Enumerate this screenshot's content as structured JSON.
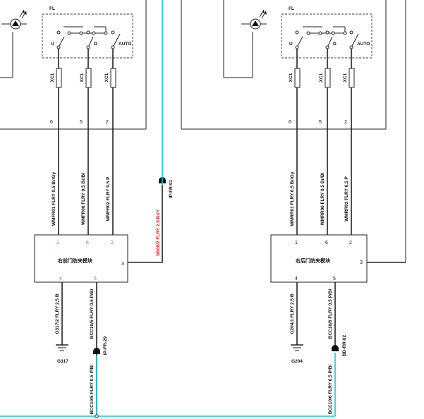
{
  "left": {
    "fl": "FL",
    "switch": {
      "u": "U",
      "d": "D",
      "auto": "AUTO"
    },
    "fuses": [
      "XC1",
      "XC1",
      "XC1"
    ],
    "upper_pins": [
      "6",
      "5",
      "2"
    ],
    "wires": [
      "WMFR01 FLRY 0.5 Br/Gy",
      "WMFR06 FLRY 0.5 Br/Bl",
      "WMFR02 FLRY 0.5 P"
    ],
    "module": {
      "name": "右前门防夹模块",
      "top_pins": [
        "1",
        "6",
        "2"
      ],
      "right_pin": "3",
      "bottom_pins": [
        "4",
        "5"
      ]
    },
    "power_wire": "SB08/2 FLRY 2.5 Br/Y",
    "power_conn": "IP-FR-01",
    "ground_wire": "G317/2 FLRY 2.5 B",
    "ground": "G317",
    "can_wire": "BCC10/5 FLRY 0.5 P/Bl",
    "can_conn": "IP-FR-29",
    "bus_wire": "BCC10/5 FLRY 0.5 P/Bl"
  },
  "right": {
    "fl": "FL",
    "switch": {
      "u": "U",
      "d": "D",
      "auto": "AUTO"
    },
    "fuses": [
      "XC1",
      "XC1",
      "XC1"
    ],
    "upper_pins": [
      "6",
      "5",
      "2"
    ],
    "wires": [
      "WMRR01 FLRY 0.5 Br/Gy",
      "WMRR06 FLRY 0.5 Br/Bl",
      "WMRR02 FLRY 0.5 P"
    ],
    "module": {
      "name": "右后门防夹模块",
      "top_pins": [
        "1",
        "6",
        "2"
      ],
      "right_pin": "3",
      "bottom_pins": [
        "4",
        "5"
      ]
    },
    "ground_wire": "G204/1 FLRY 2.5 B",
    "ground": "G204",
    "can_wire": "BCC10/6 FLRY 0.5 P/Bl",
    "can_conn": "BD-RR-02",
    "bus_wire": "BCC10/6 FLRY 0.5 P/Bl"
  }
}
